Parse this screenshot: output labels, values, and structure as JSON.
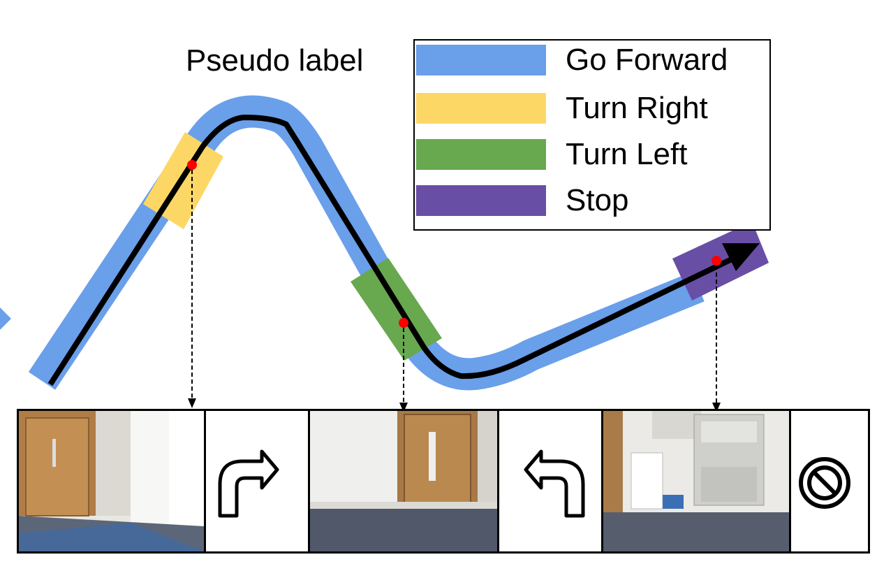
{
  "title": "Pseudo label",
  "legend": [
    {
      "label": "Go Forward",
      "color": "#6a9fea"
    },
    {
      "label": "Turn Right",
      "color": "#fdd766"
    },
    {
      "label": "Turn Left",
      "color": "#68a84f"
    },
    {
      "label": "Stop",
      "color": "#694ea6"
    }
  ],
  "colors": {
    "marker": "#ff0000",
    "trajectory": "#000000"
  },
  "panels": [
    {
      "scene": "office-corridor-with-doors",
      "action": "Turn Right",
      "icon": "turn-right-arrow-icon"
    },
    {
      "scene": "corridor-with-door",
      "action": "Turn Left",
      "icon": "turn-left-arrow-icon"
    },
    {
      "scene": "copier-room",
      "action": "Stop",
      "icon": "stop-icon"
    }
  ]
}
